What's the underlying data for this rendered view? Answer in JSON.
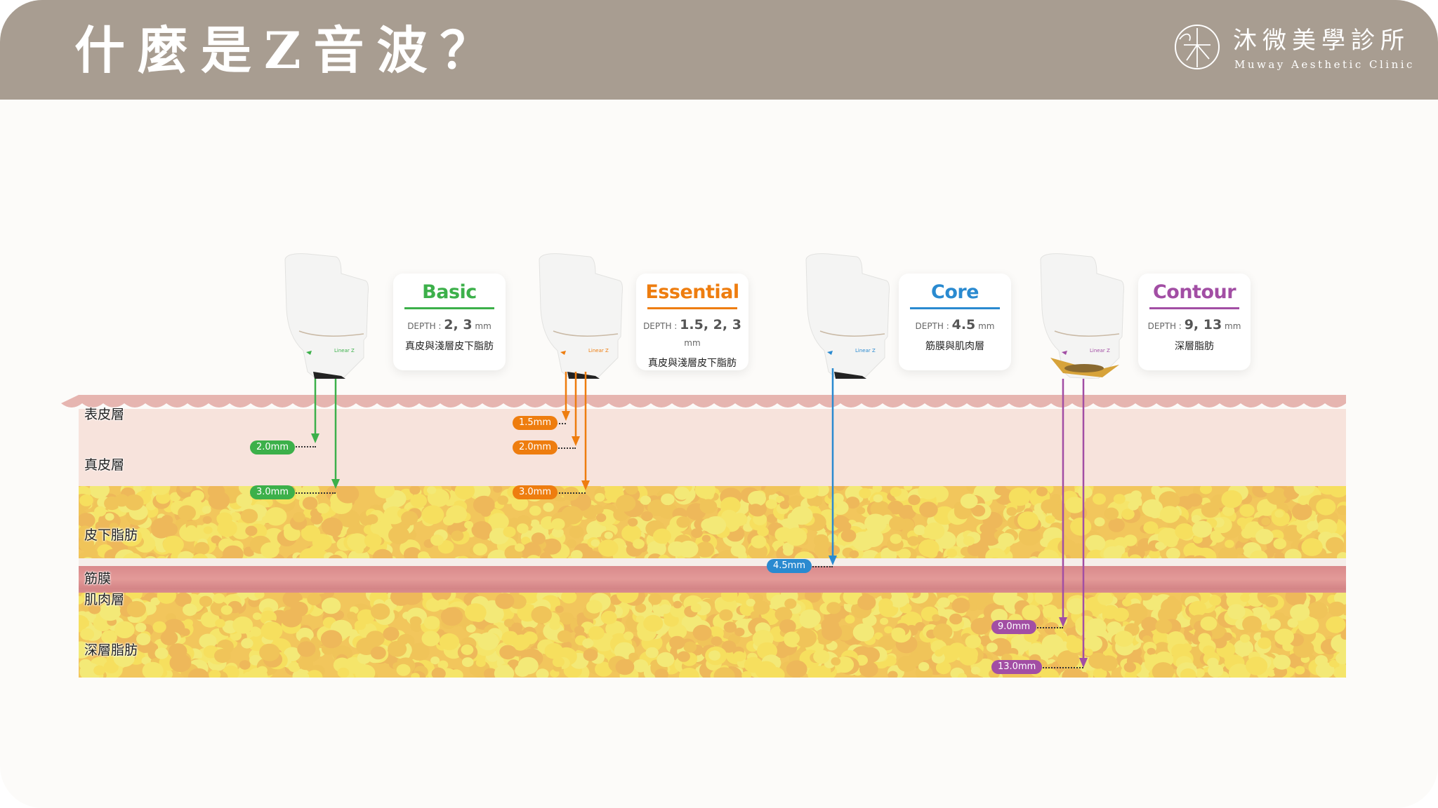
{
  "header": {
    "title": "什麼是Z音波？",
    "brand_name": "沐微美學診所",
    "brand_name_en": "Muway Aesthetic Clinic",
    "background_color": "#a89d91"
  },
  "layers": [
    {
      "label": "表皮層"
    },
    {
      "label": "真皮層"
    },
    {
      "label": "皮下脂肪"
    },
    {
      "label": "筋膜"
    },
    {
      "label": "肌肉層"
    },
    {
      "label": "深層脂肪"
    }
  ],
  "cartridges": [
    {
      "name": "Basic",
      "color": "#3cb04a",
      "depth_prefix": "DEPTH :",
      "depth_value": "2, 3",
      "depth_unit": "mm",
      "target": "真皮與淺層皮下脂肪",
      "probe_brand": "Linear Z",
      "markers": [
        "2.0mm",
        "3.0mm"
      ]
    },
    {
      "name": "Essential",
      "color": "#ee7d0f",
      "depth_prefix": "DEPTH :",
      "depth_value": "1.5, 2, 3",
      "depth_unit": "mm",
      "target": "真皮與淺層皮下脂肪",
      "probe_brand": "Linear Z",
      "markers": [
        "1.5mm",
        "2.0mm",
        "3.0mm"
      ]
    },
    {
      "name": "Core",
      "color": "#2a8ad0",
      "depth_prefix": "DEPTH :",
      "depth_value": "4.5",
      "depth_unit": "mm",
      "target": "筋膜與肌肉層",
      "probe_brand": "Linear Z",
      "markers": [
        "4.5mm"
      ]
    },
    {
      "name": "Contour",
      "color": "#a24ea4",
      "depth_prefix": "DEPTH :",
      "depth_value": "9, 13",
      "depth_unit": "mm",
      "target": "深層脂肪",
      "probe_brand": "Linear Z",
      "markers": [
        "9.0mm",
        "13.0mm"
      ]
    }
  ]
}
